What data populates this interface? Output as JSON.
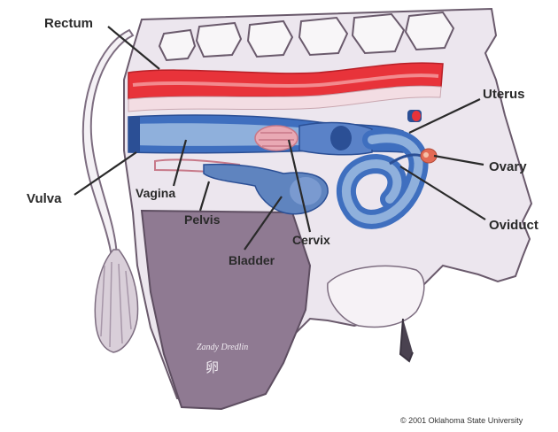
{
  "labels": {
    "rectum": "Rectum",
    "uterus": "Uterus",
    "ovary": "Ovary",
    "oviduct": "Oviduct",
    "vulva": "Vulva",
    "vagina": "Vagina",
    "pelvis": "Pelvis",
    "cervix": "Cervix",
    "bladder": "Bladder"
  },
  "signature": "Zandy Dredlin",
  "signature_mark": "卵",
  "copyright": "© 2001 Oklahoma State University",
  "colors": {
    "rectum": "#e8333a",
    "reproductive_tract": "#3f6fbf",
    "tract_light": "#8fb0dc",
    "cervix": "#e9a9b4",
    "bladder": "#5f84bf",
    "tissue": "#ece6ee",
    "leg": "#8f7a92",
    "outline": "#6a5a6c"
  }
}
